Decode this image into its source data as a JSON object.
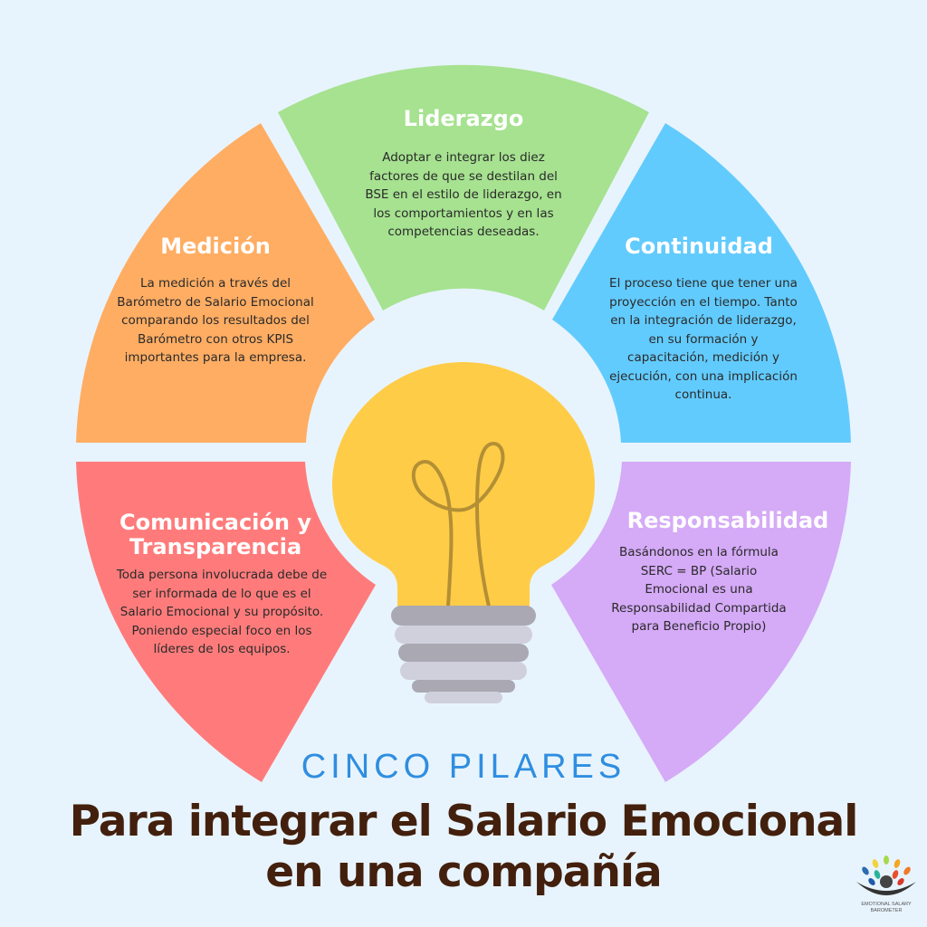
{
  "colors": {
    "background": "#e8f4fd",
    "liderazgo": "#a6e290",
    "medicion": "#ffad63",
    "continuidad": "#62cbfd",
    "comunicacion": "#ff7b7b",
    "responsabilidad": "#d5aaf7",
    "bulb": "#ffcc47",
    "filament": "#b38f35",
    "base_dark": "#a9a8b3",
    "base_light": "#d0cfdc",
    "subtitle": "#2f8ee0",
    "title": "#43200d"
  },
  "pillars": [
    {
      "id": "liderazgo",
      "title": "Liderazgo",
      "body": "Adoptar e integrar los diez factores de que se destilan del BSE en el estilo de liderazgo, en los comportamientos y en las competencias deseadas."
    },
    {
      "id": "medicion",
      "title": "Medición",
      "body": "La medición a través del Barómetro de Salario Emocional comparando los resultados del Barómetro con otros KPIS importantes para la empresa."
    },
    {
      "id": "continuidad",
      "title": "Continuidad",
      "body": "El proceso tiene que tener una proyección en el tiempo. Tanto en la integración de liderazgo, en su formación y capacitación, medición y ejecución, con una implicación continua."
    },
    {
      "id": "comunicacion",
      "title": "Comunicación y Transparencia",
      "body": "Toda persona involucrada debe de ser informada de lo que es el Salario Emocional y su propósito. Poniendo especial foco en los líderes de los equipos."
    },
    {
      "id": "responsabilidad",
      "title": "Responsabilidad",
      "body": "Basándonos en la fórmula SERC = BP (Salario Emocional es una Responsabilidad Compartida para Beneficio Propio)"
    }
  ],
  "center_icon": "lightbulb-icon",
  "subtitle": "CINCO PILARES",
  "title_line1": "Para integrar el Salario Emocional",
  "title_line2": "en una compañía",
  "logo": {
    "icon": "emotional-salary-barometer-logo",
    "text_line1": "EMOTIONAL SALARY",
    "text_line2": "BAROMETER"
  }
}
